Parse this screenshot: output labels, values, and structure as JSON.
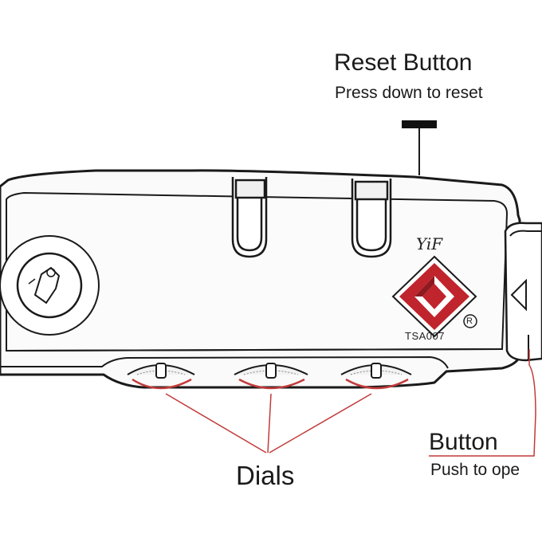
{
  "labels": {
    "reset_title": "Reset Button",
    "reset_subtitle": "Press down to reset",
    "button_title": "Button",
    "button_subtitle": "Push to ope",
    "dials": "Dials"
  },
  "lock": {
    "brand": "YiF",
    "model": "TSA007",
    "registered_mark": "R"
  },
  "colors": {
    "outline": "#1a1a1a",
    "fill": "#fafafa",
    "accent_red": "#c0242c",
    "leader_red": "#c23a3a",
    "keyhole_dot": "#9b2335"
  },
  "icons": [
    "keyhole-icon",
    "tsa-diamond-logo-icon",
    "triangle-arrow-icon"
  ]
}
